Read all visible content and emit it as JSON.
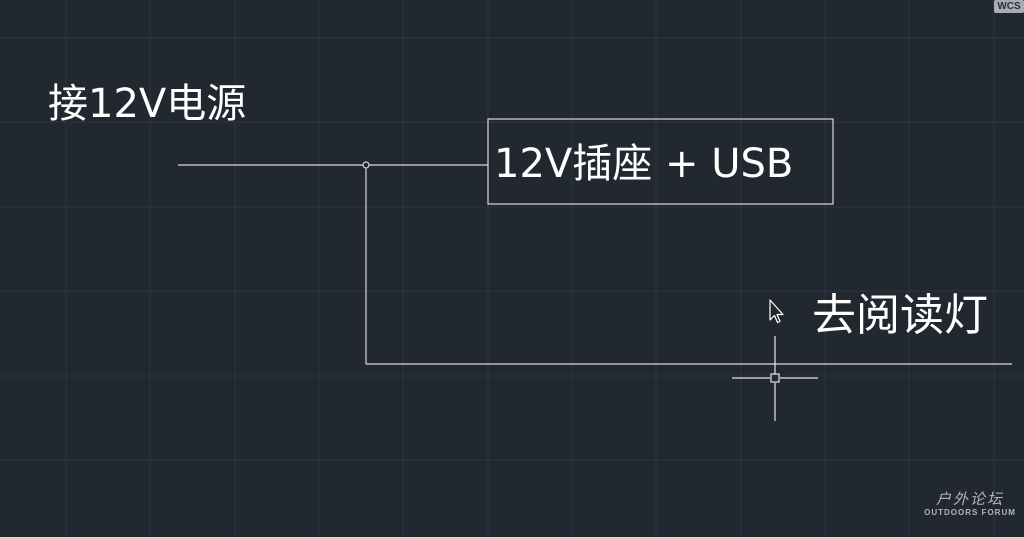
{
  "viewport": {
    "ucs_label": "WCS",
    "background_color": "#212830",
    "grid_color": "#2e353e",
    "line_color": "#d6d9dc"
  },
  "annotations": {
    "power_source": "接12V电源",
    "socket_box": "12V插座 + USB",
    "reading_light": "去阅读灯"
  },
  "icons": {
    "pointer": "arrow-cursor-icon",
    "crosshair": "crosshair-cursor-icon"
  },
  "watermark": {
    "cn": "户外论坛",
    "en": "OUTDOORS FORUM"
  }
}
